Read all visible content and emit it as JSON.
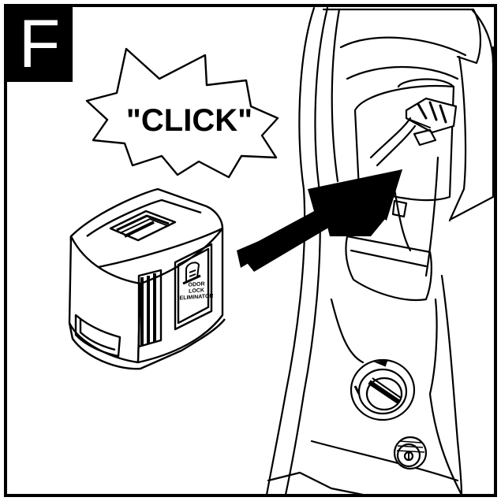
{
  "step": {
    "letter": "F"
  },
  "callout": {
    "text": "\"CLICK\""
  },
  "cartridge": {
    "label_lines": [
      "ODOR",
      "LOCK",
      "ELIMINATOR"
    ]
  },
  "icons": {
    "step_badge": "letter-badge",
    "callout_burst": "starburst-callout",
    "insert_arrow": "arrow-right-up",
    "cartridge": "filter-cartridge",
    "cartridge_symbol": "hand-drop-icon",
    "dial": "rotary-dial",
    "knob": "knob-control"
  },
  "colors": {
    "ink": "#000000",
    "paper": "#ffffff"
  }
}
